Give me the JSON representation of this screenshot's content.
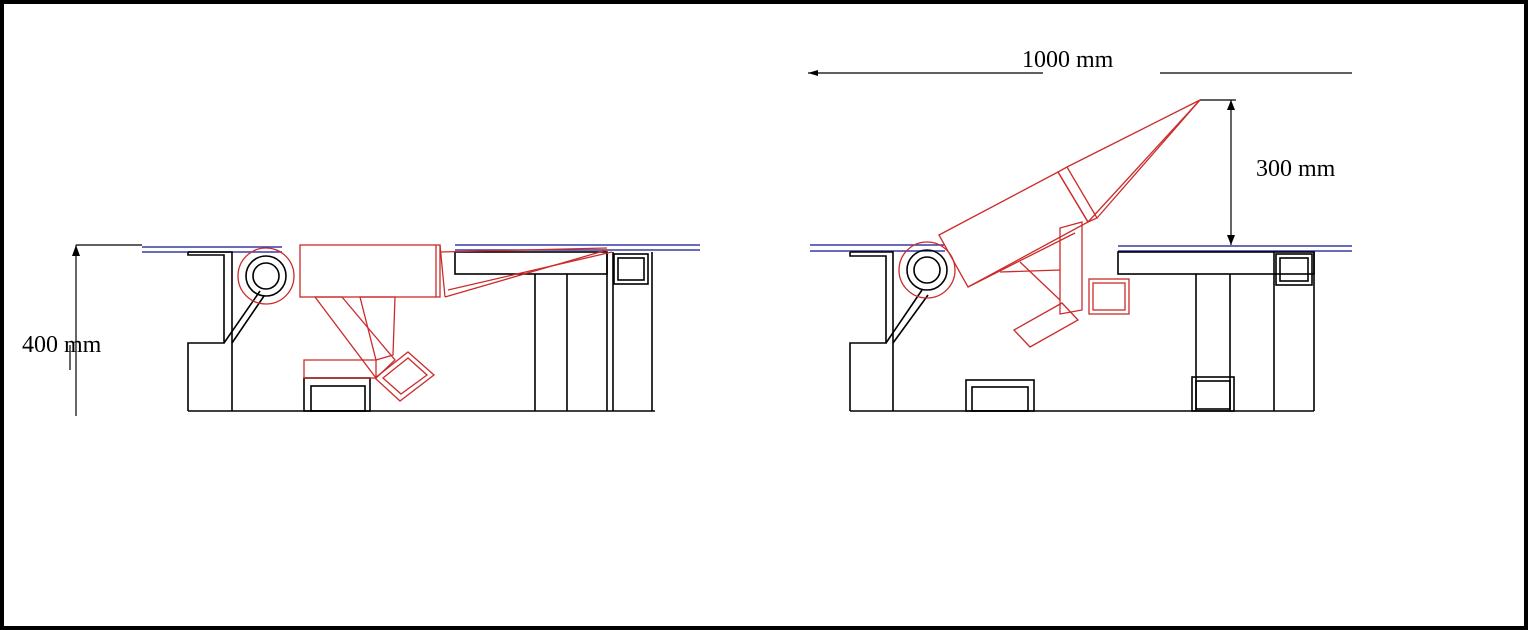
{
  "dimensions": {
    "height_left": "400 mm",
    "width_right": "1000 mm",
    "height_right": "300 mm"
  },
  "colors": {
    "structure": "#000000",
    "moving_parts": "#cc2b2b",
    "surface": "#3a3aa8",
    "border": "#000000"
  }
}
